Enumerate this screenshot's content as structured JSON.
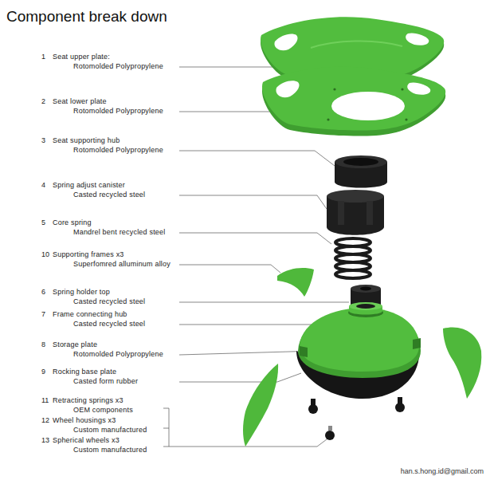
{
  "diagram": {
    "title": "Component break down",
    "labels": [
      "1",
      "Seat upper plate:",
      "Rotomolded Polypropylene",
      "2",
      "Seat lower plate",
      "Rotomolded Polypropylene",
      "3",
      "Seat supporting hub",
      "Rotomolded Polypropylene",
      "4",
      "Spring adjust canister",
      "Casted recycled steel",
      "5",
      "Core spring",
      "Mandrel bent recycled steel",
      "10",
      "Supporting frames x3",
      "Superfomred alluminum alloy",
      "6",
      "Spring holder top",
      "Casted recycled steel",
      "7",
      "Frame connecting hub",
      "Casted recycled steel",
      "8",
      "Storage plate",
      "Rotomolded Polypropylene",
      "9",
      "Rocking base plate",
      "Casted form rubber",
      "11",
      "Retracting springs x3",
      "OEM components",
      "12",
      "Wheel housings x3",
      "Custom manufactured",
      "13",
      "Spherical wheels x3",
      "Custom manufactured",
      "han.s.hong.id@gmail.com"
    ]
  }
}
